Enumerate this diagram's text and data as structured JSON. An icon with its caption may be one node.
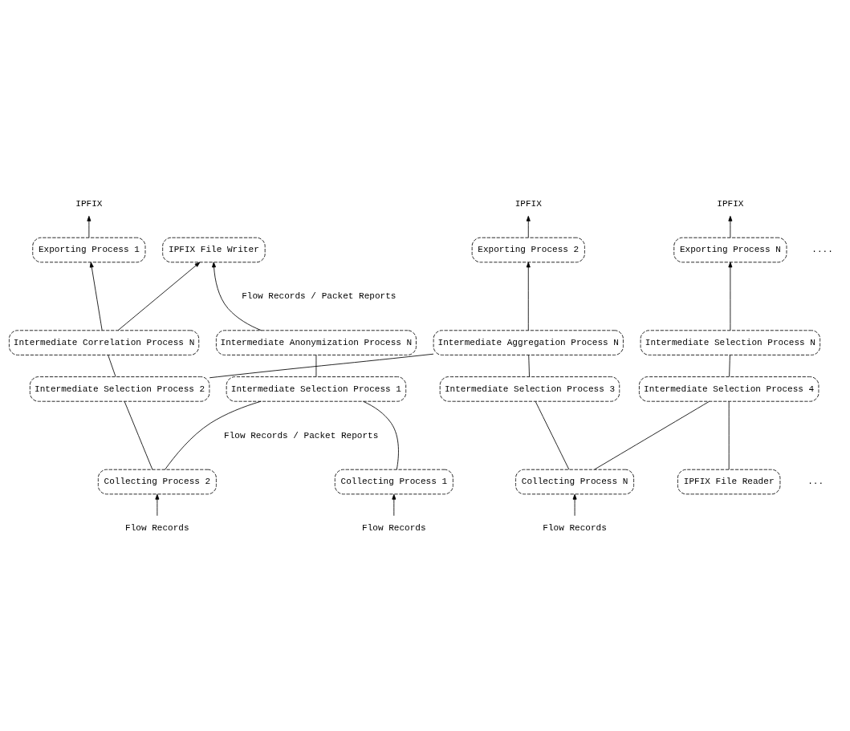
{
  "diagram": {
    "nodes": [
      {
        "text": [
          "IPFIX"
        ]
      },
      {
        "text": [
          "IPFIX"
        ]
      },
      {
        "text": [
          "IPFIX"
        ]
      },
      {
        "text": [
          "IPFIX File Writer"
        ]
      },
      {
        "text": [
          "Exporting Process 1"
        ]
      },
      {
        "text": [
          "Exporting Process 2"
        ]
      },
      {
        "text": [
          "Exporting Process N"
        ]
      },
      {
        "text": [
          "Intermediate Anonymization Process N"
        ]
      },
      {
        "text": [
          "Intermediate Correlation Process N"
        ]
      },
      {
        "text": [
          "Intermediate Aggregation Process N"
        ]
      },
      {
        "text": [
          "Intermediate Selection Process N"
        ]
      },
      {
        "text": [
          "Intermediate Selection Process 1"
        ]
      },
      {
        "text": [
          "Intermediate Selection Process 2"
        ]
      },
      {
        "text": [
          "Intermediate Selection Process 3"
        ]
      },
      {
        "text": [
          "Intermediate Selection Process 4"
        ]
      },
      {
        "text": [
          "Collecting Process 1"
        ]
      },
      {
        "text": [
          "Collecting Process 2"
        ]
      },
      {
        "text": [
          "Collecting Process N"
        ]
      },
      {
        "text": [
          "IPFIX File Reader"
        ]
      },
      {
        "text": [
          "Flow Records"
        ]
      },
      {
        "text": [
          "Flow Records"
        ]
      },
      {
        "text": [
          "Flow Records"
        ]
      }
    ],
    "edges": [
      {
        "from": 4,
        "to": 0,
        "arrow": "to"
      },
      {
        "from": 5,
        "to": 1,
        "arrow": "to"
      },
      {
        "from": 6,
        "to": 2,
        "arrow": "to"
      },
      {
        "from": 7,
        "to": 3,
        "arrow": "to"
      },
      {
        "from": 8,
        "to": 3,
        "arrow": "to"
      },
      {
        "from": 8,
        "to": 4,
        "arrow": "to"
      },
      {
        "from": 9,
        "to": 5,
        "arrow": "to"
      },
      {
        "from": 10,
        "to": 6,
        "arrow": "to"
      },
      {
        "from": 11,
        "to": 7,
        "arrow": "none"
      },
      {
        "from": 12,
        "to": 8,
        "arrow": "none"
      },
      {
        "from": 12,
        "to": 9,
        "arrow": "none"
      },
      {
        "from": 13,
        "to": 9,
        "arrow": "none"
      },
      {
        "from": 14,
        "to": 10,
        "arrow": "none"
      },
      {
        "from": 15,
        "to": 11,
        "arrow": "none"
      },
      {
        "from": 16,
        "to": 11,
        "arrow": "none"
      },
      {
        "from": 16,
        "to": 12,
        "arrow": "none"
      },
      {
        "from": 17,
        "to": 13,
        "arrow": "none"
      },
      {
        "from": 17,
        "to": 14,
        "arrow": "none"
      },
      {
        "from": 18,
        "to": 14,
        "arrow": "none"
      },
      {
        "from": 19,
        "to": 15,
        "arrow": "to"
      },
      {
        "from": 20,
        "to": 16,
        "arrow": "to"
      },
      {
        "from": 21,
        "to": 17,
        "arrow": "to"
      }
    ],
    "labels": [
      "....",
      "Flow Records / Packet Reports",
      "Flow Records / Packet Reports",
      "..."
    ]
  }
}
